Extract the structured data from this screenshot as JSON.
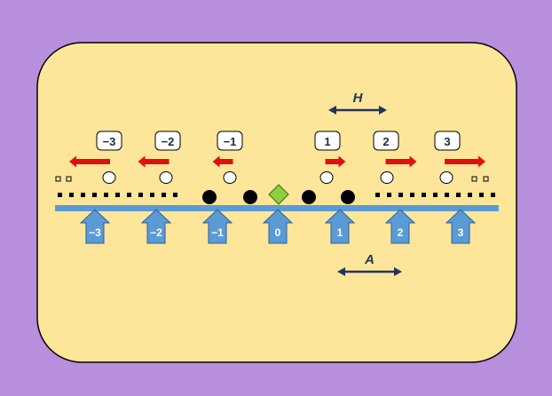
{
  "colors": {
    "background": "#b88fdc",
    "panel": "#fde59a",
    "panel_border": "#000000",
    "baseline": "#5b9bd5",
    "arrow_fill": "#5b9bd5",
    "arrow_stroke": "#2e5f9a",
    "force_arrow": "#e01010",
    "dim_arrow": "#1f3560",
    "center_diamond": "#8ccf3f",
    "filled_circle": "#000000",
    "open_circle": "#ffffff",
    "dots": "#000000"
  },
  "labels": [
    "−3",
    "−2",
    "−1",
    "1",
    "2",
    "3"
  ],
  "position_arrows": [
    "−3",
    "−2",
    "−1",
    "0",
    "1",
    "2",
    "3"
  ],
  "force_magnitudes": [
    3,
    2,
    1,
    1,
    2,
    3
  ],
  "dimensions": {
    "top": "H",
    "bottom": "A"
  },
  "icons": {
    "position_arrow": "up-arrow-icon",
    "force_arrow": "right-arrow-icon",
    "dimension": "double-arrow-icon",
    "center": "diamond-icon"
  }
}
